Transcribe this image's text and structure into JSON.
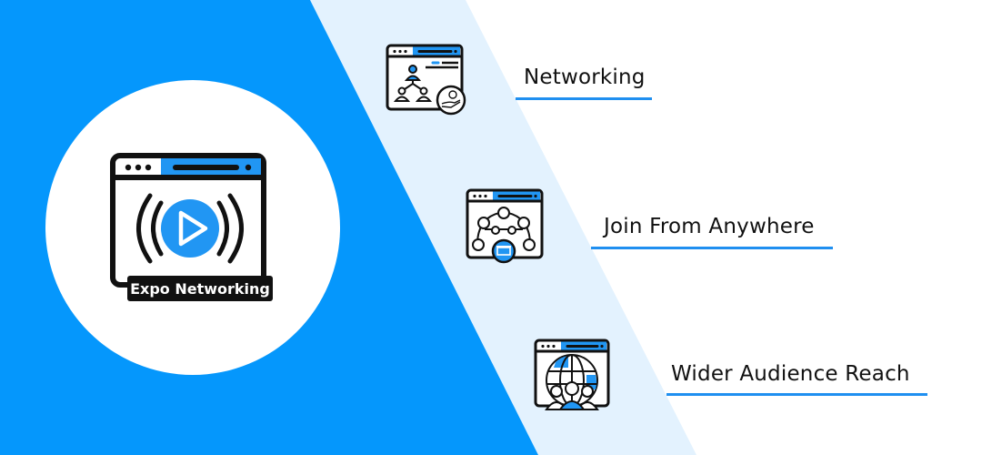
{
  "colors": {
    "primary_blue": "#0597FC",
    "light_band": "#E3F2FE",
    "icon_blue": "#2196F3",
    "underline_blue": "#1F8FF0",
    "ink": "#111111",
    "background": "#FFFFFF"
  },
  "hero": {
    "badge_label": "Expo Networking",
    "icon": "live-stream-play-icon"
  },
  "features": [
    {
      "label": "Networking",
      "icon": "networking-hierarchy-icon"
    },
    {
      "label": "Join From Anywhere",
      "icon": "connected-network-store-icon"
    },
    {
      "label": "Wider Audience Reach",
      "icon": "globe-audience-icon"
    }
  ]
}
